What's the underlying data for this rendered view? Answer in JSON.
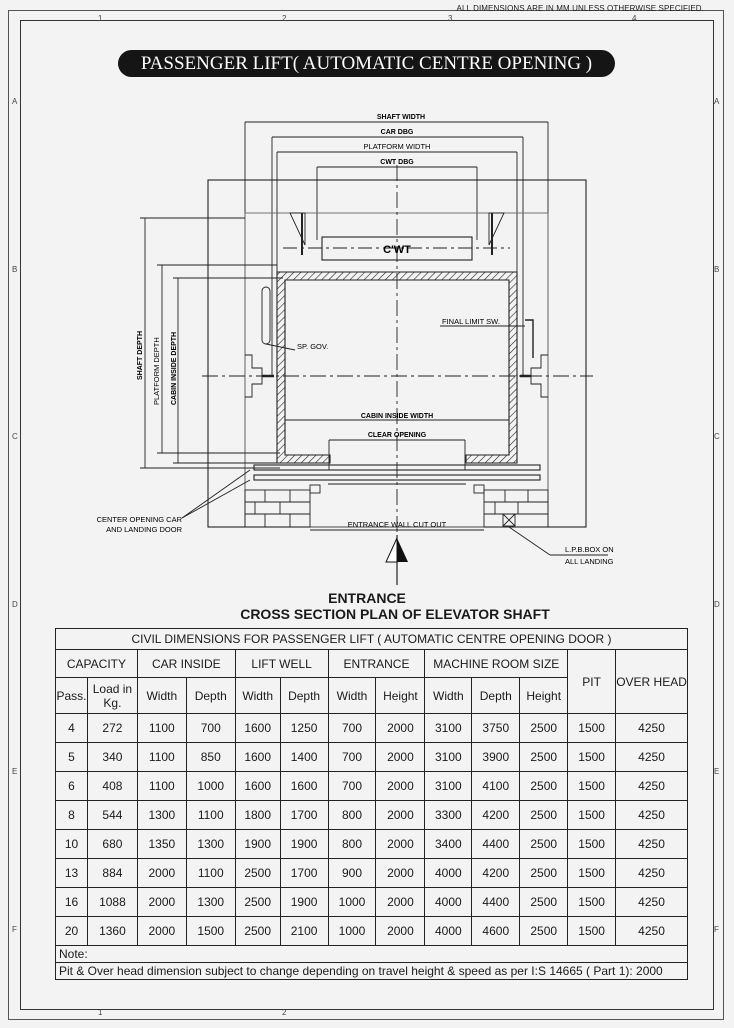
{
  "sheet": {
    "spec_note": "ALL DIMENSIONS ARE IN MM UNLESS OTHERWISE SPECIFIED.",
    "zones_top": [
      "1",
      "2",
      "3",
      "4"
    ],
    "zones_side": [
      "A",
      "B",
      "C",
      "D",
      "E",
      "F"
    ],
    "title": "PASSENGER LIFT( AUTOMATIC CENTRE OPENING )"
  },
  "drawing": {
    "shaft_width": "SHAFT WIDTH",
    "car_dbg": "CAR DBG",
    "platform_width": "PLATFORM WIDTH",
    "cwt_dbg": "CWT DBG",
    "cwt": "C'WT",
    "shaft_depth": "SHAFT DEPTH",
    "platform_depth": "PLATFORM DEPTH",
    "cabin_inside_depth": "CABIN INSIDE DEPTH",
    "sp_gov": "SP. GOV.",
    "final_limit": "FINAL LIMIT SW.",
    "cabin_inside_width": "CABIN INSIDE WIDTH",
    "clear_opening": "CLEAR OPENING",
    "door_line1": "CENTER OPENING CAR",
    "door_line2": "AND LANDING DOOR",
    "entrance_cutout": "ENTRANCE WALL CUT OUT",
    "lpb_line1": "L.P.B.BOX ON",
    "lpb_line2": "ALL LANDING",
    "entrance": "ENTRANCE",
    "caption": "CROSS SECTION PLAN OF ELEVATOR SHAFT"
  },
  "table": {
    "title": "CIVIL DIMENSIONS FOR PASSENGER LIFT ( AUTOMATIC CENTRE OPENING DOOR )",
    "groups": [
      "CAPACITY",
      "CAR INSIDE",
      "LIFT WELL",
      "ENTRANCE",
      "MACHINE ROOM SIZE",
      "PIT",
      "OVER HEAD"
    ],
    "subheaders": [
      "Pass.",
      "Load in Kg.",
      "Width",
      "Depth",
      "Width",
      "Depth",
      "Width",
      "Height",
      "Width",
      "Depth",
      "Height"
    ],
    "rows": [
      [
        "4",
        "272",
        "1100",
        "700",
        "1600",
        "1250",
        "700",
        "2000",
        "3100",
        "3750",
        "2500",
        "1500",
        "4250"
      ],
      [
        "5",
        "340",
        "1100",
        "850",
        "1600",
        "1400",
        "700",
        "2000",
        "3100",
        "3900",
        "2500",
        "1500",
        "4250"
      ],
      [
        "6",
        "408",
        "1100",
        "1000",
        "1600",
        "1600",
        "700",
        "2000",
        "3100",
        "4100",
        "2500",
        "1500",
        "4250"
      ],
      [
        "8",
        "544",
        "1300",
        "1100",
        "1800",
        "1700",
        "800",
        "2000",
        "3300",
        "4200",
        "2500",
        "1500",
        "4250"
      ],
      [
        "10",
        "680",
        "1350",
        "1300",
        "1900",
        "1900",
        "800",
        "2000",
        "3400",
        "4400",
        "2500",
        "1500",
        "4250"
      ],
      [
        "13",
        "884",
        "2000",
        "1100",
        "2500",
        "1700",
        "900",
        "2000",
        "4000",
        "4200",
        "2500",
        "1500",
        "4250"
      ],
      [
        "16",
        "1088",
        "2000",
        "1300",
        "2500",
        "1900",
        "1000",
        "2000",
        "4000",
        "4400",
        "2500",
        "1500",
        "4250"
      ],
      [
        "20",
        "1360",
        "2000",
        "1500",
        "2500",
        "2100",
        "1000",
        "2000",
        "4000",
        "4600",
        "2500",
        "1500",
        "4250"
      ]
    ],
    "note_label": "Note:",
    "note_text": "Pit & Over head dimension subject to change depending on travel height & speed as per I:S 14665 ( Part 1): 2000"
  }
}
